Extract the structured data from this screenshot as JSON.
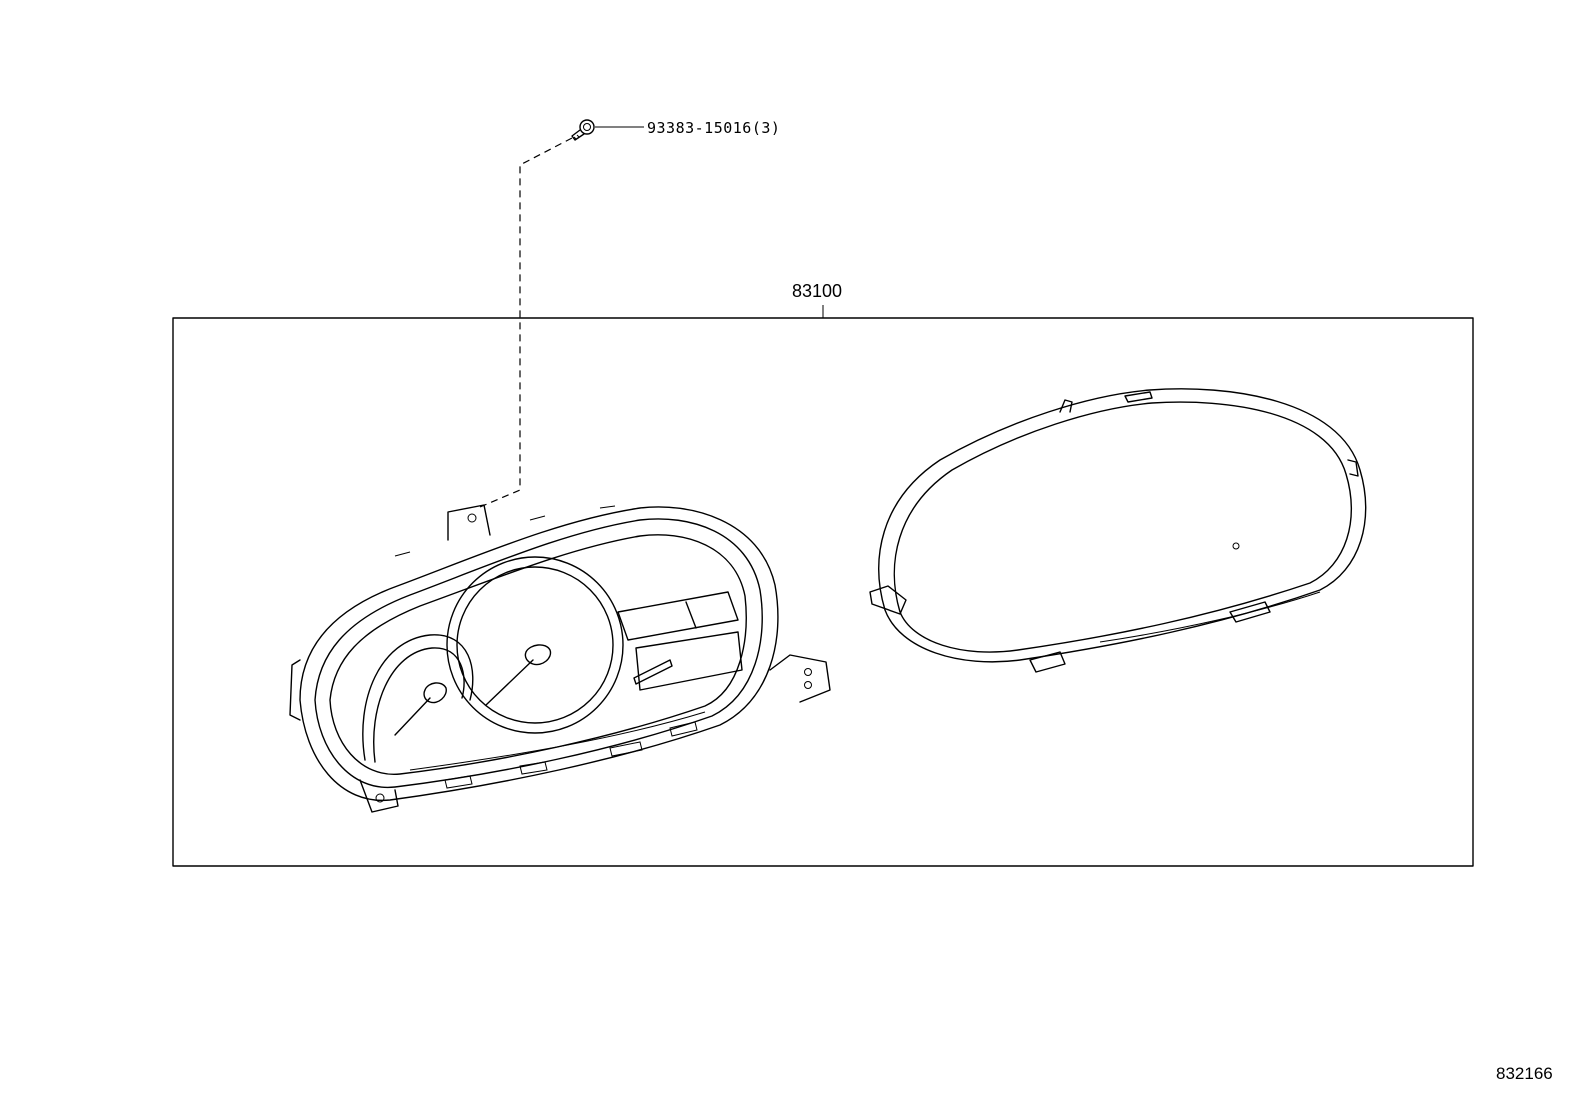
{
  "diagram": {
    "parts": [
      {
        "id": "screw",
        "number": "93383-15016(3)"
      },
      {
        "id": "assembly",
        "number": "83100"
      }
    ],
    "figure_number": "832166"
  }
}
